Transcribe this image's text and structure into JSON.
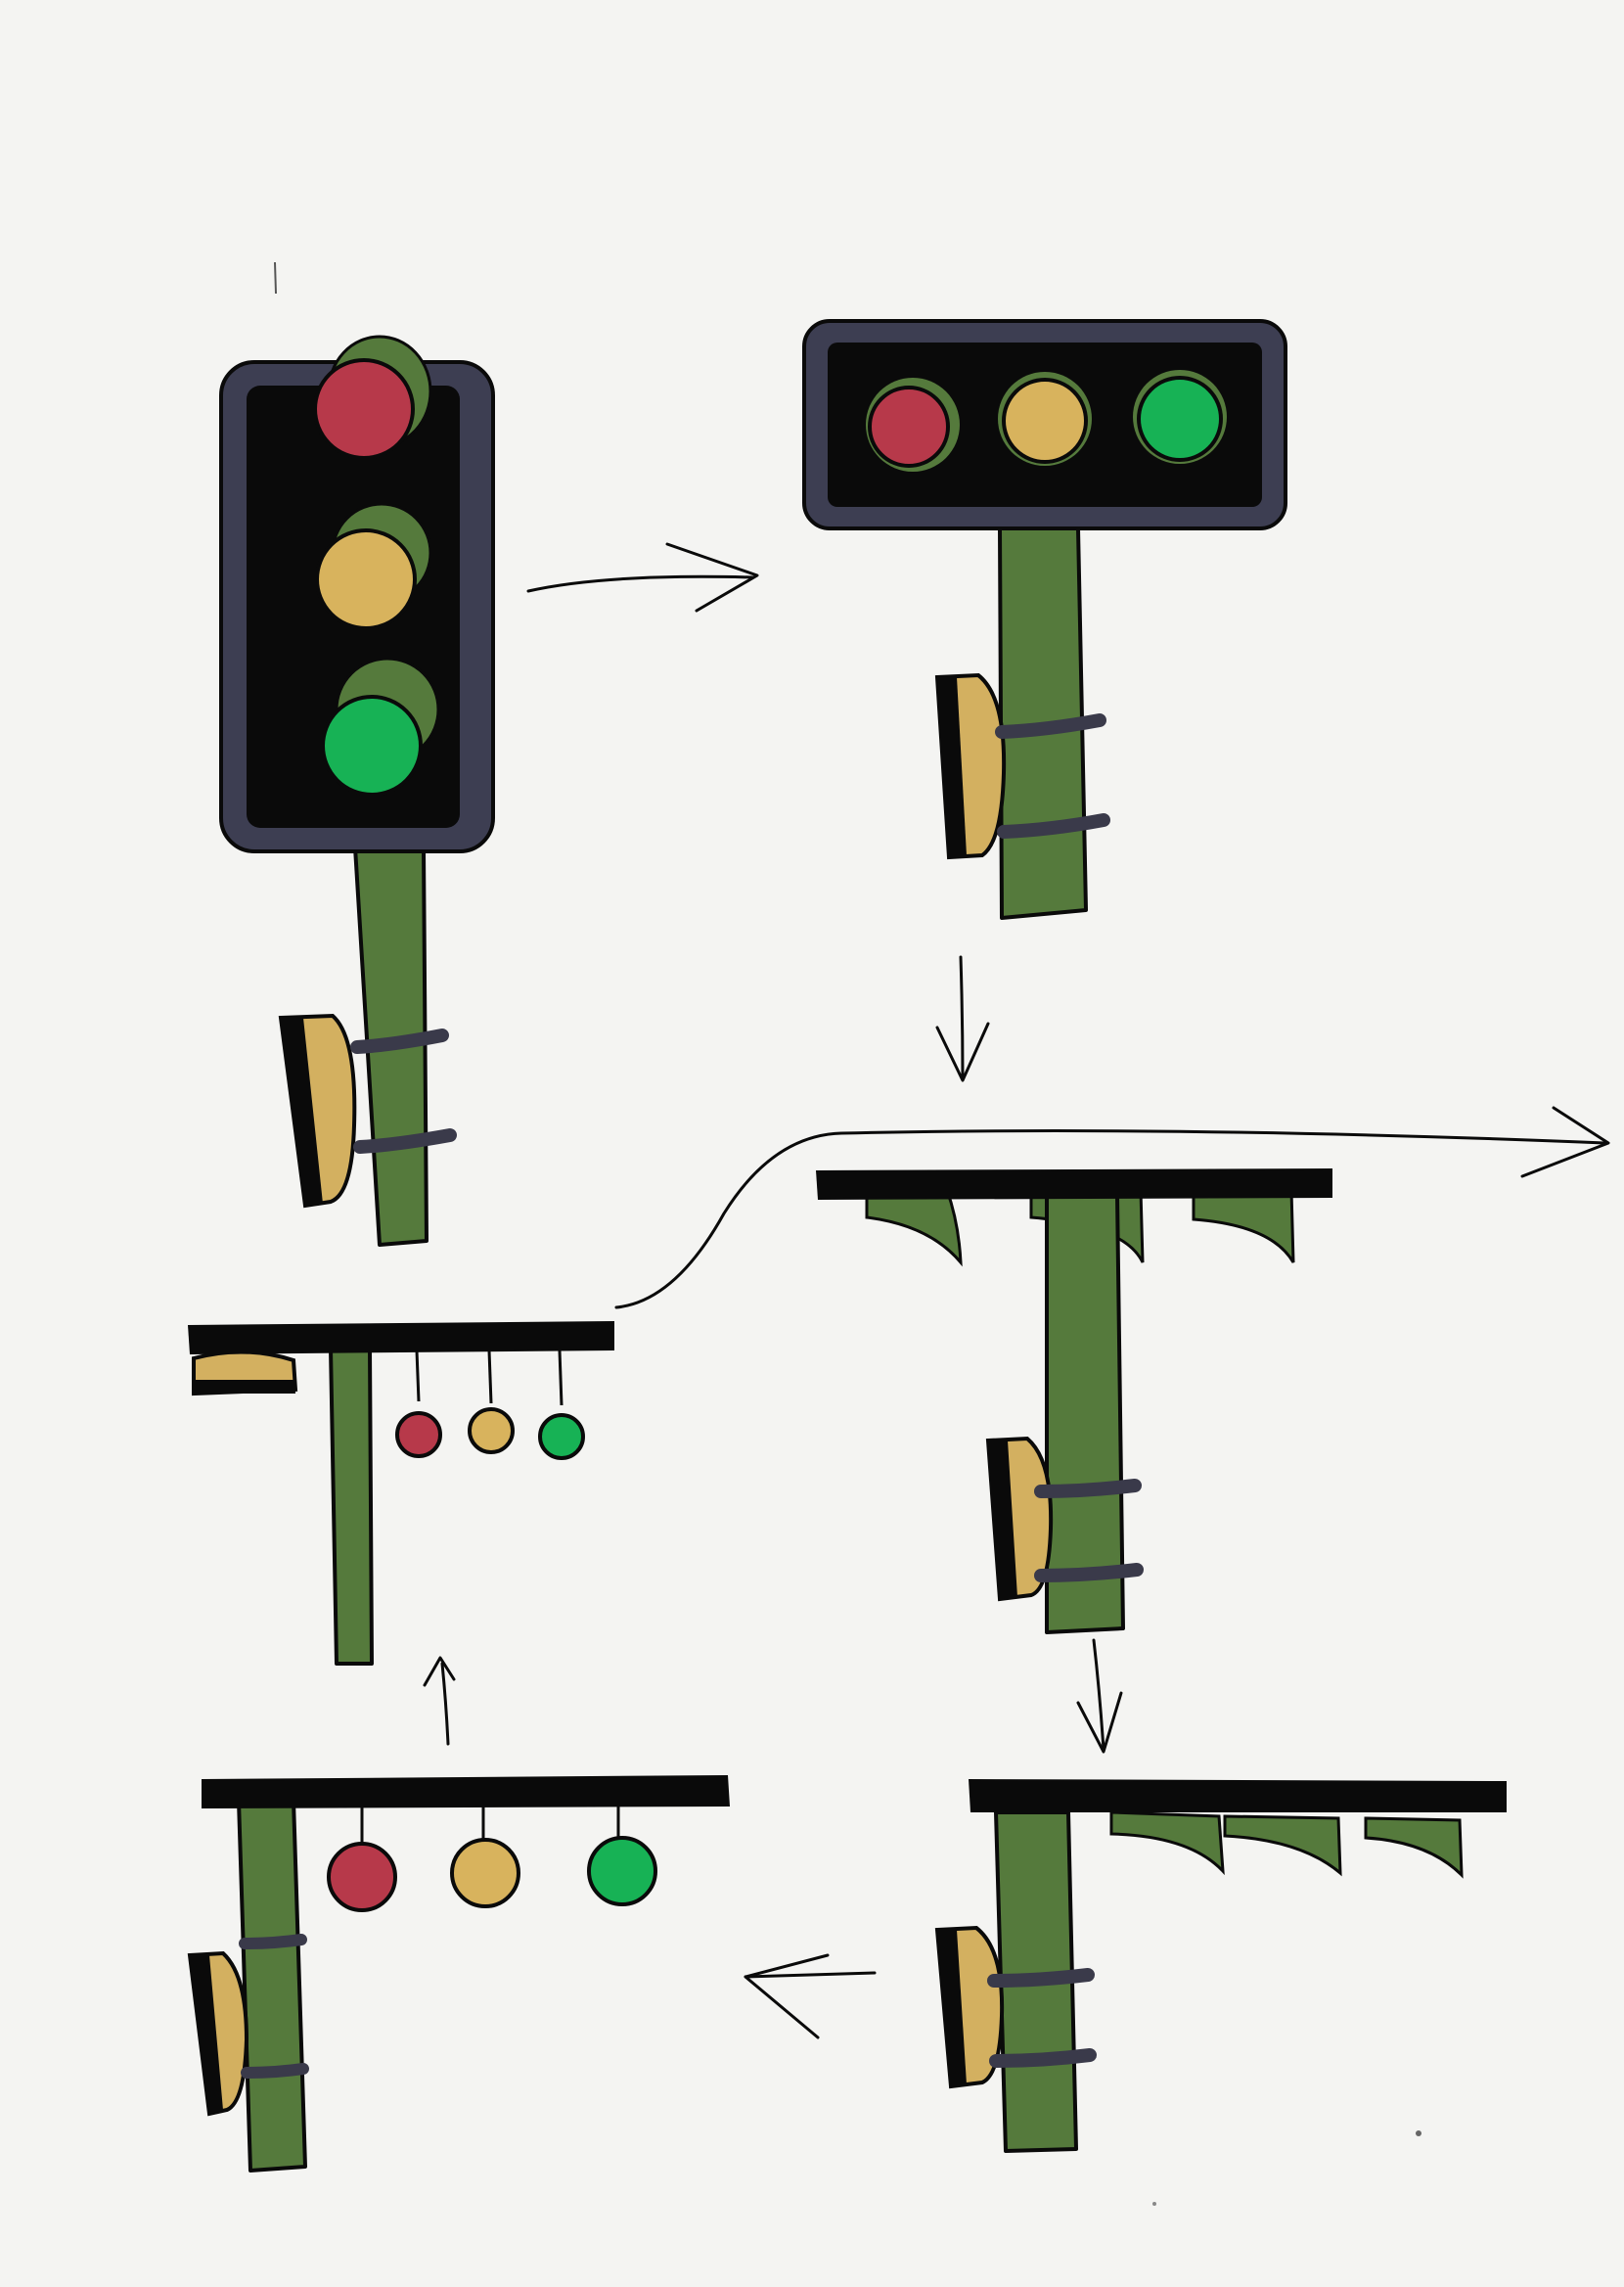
{
  "colors": {
    "paper": "#f4f4f2",
    "ink": "#0a0a0a",
    "housing_rim": "#3d3e52",
    "pole_green": "#557a3c",
    "lamp_red": "#b7394a",
    "lamp_yellow": "#d8b35d",
    "lamp_green": "#17b255",
    "button_box": "#d3b060",
    "mount_band": "#3a3a4a"
  },
  "stages": [
    {
      "id": 1,
      "name": "vertical-signal-head",
      "lamps": [
        "red",
        "yellow",
        "green"
      ],
      "icon": "traffic-light-icon"
    },
    {
      "id": 2,
      "name": "horizontal-signal-head",
      "lamps": [
        "red",
        "yellow",
        "green"
      ],
      "icon": "traffic-light-icon"
    },
    {
      "id": 3,
      "name": "bar-with-three-hangers",
      "icon": "pole-icon"
    },
    {
      "id": 4,
      "name": "long-bar-with-hangers",
      "icon": "pole-icon"
    },
    {
      "id": 5,
      "name": "bar-with-hanging-lamps",
      "lamps": [
        "red",
        "yellow",
        "green"
      ],
      "icon": "traffic-light-icon"
    },
    {
      "id": 6,
      "name": "minimal-bar-small-lamps",
      "lamps": [
        "red",
        "yellow",
        "green"
      ],
      "icon": "traffic-light-icon"
    }
  ],
  "flow": [
    "1-to-2",
    "2-to-3",
    "3-to-4",
    "4-to-5",
    "5-to-6",
    "6-to-3"
  ]
}
